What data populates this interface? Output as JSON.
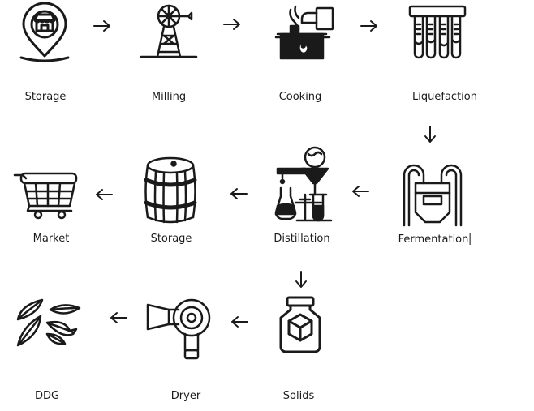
{
  "steps": {
    "storage_1": "Storage",
    "milling": "Milling",
    "cooking": "Cooking",
    "liquefaction": "Liquefaction",
    "fermentation": "Fermentation",
    "distillation": "Distillation",
    "storage_2": "Storage",
    "market": "Market",
    "solids": "Solids",
    "dryer": "Dryer",
    "ddg": "DDG"
  },
  "icons": {
    "storage_1": "store-location-pin-icon",
    "milling": "windmill-tower-icon",
    "cooking": "cooking-pot-fire-icon",
    "liquefaction": "test-tubes-icon",
    "fermentation": "fermentation-tank-icon",
    "distillation": "distillation-flasks-icon",
    "storage_2": "wooden-barrel-icon",
    "market": "shopping-cart-icon",
    "solids": "jar-with-cube-icon",
    "dryer": "dryer-icon",
    "ddg": "grain-leaves-icon"
  },
  "colors": {
    "ink": "#1a1a1a",
    "background": "#ffffff"
  }
}
